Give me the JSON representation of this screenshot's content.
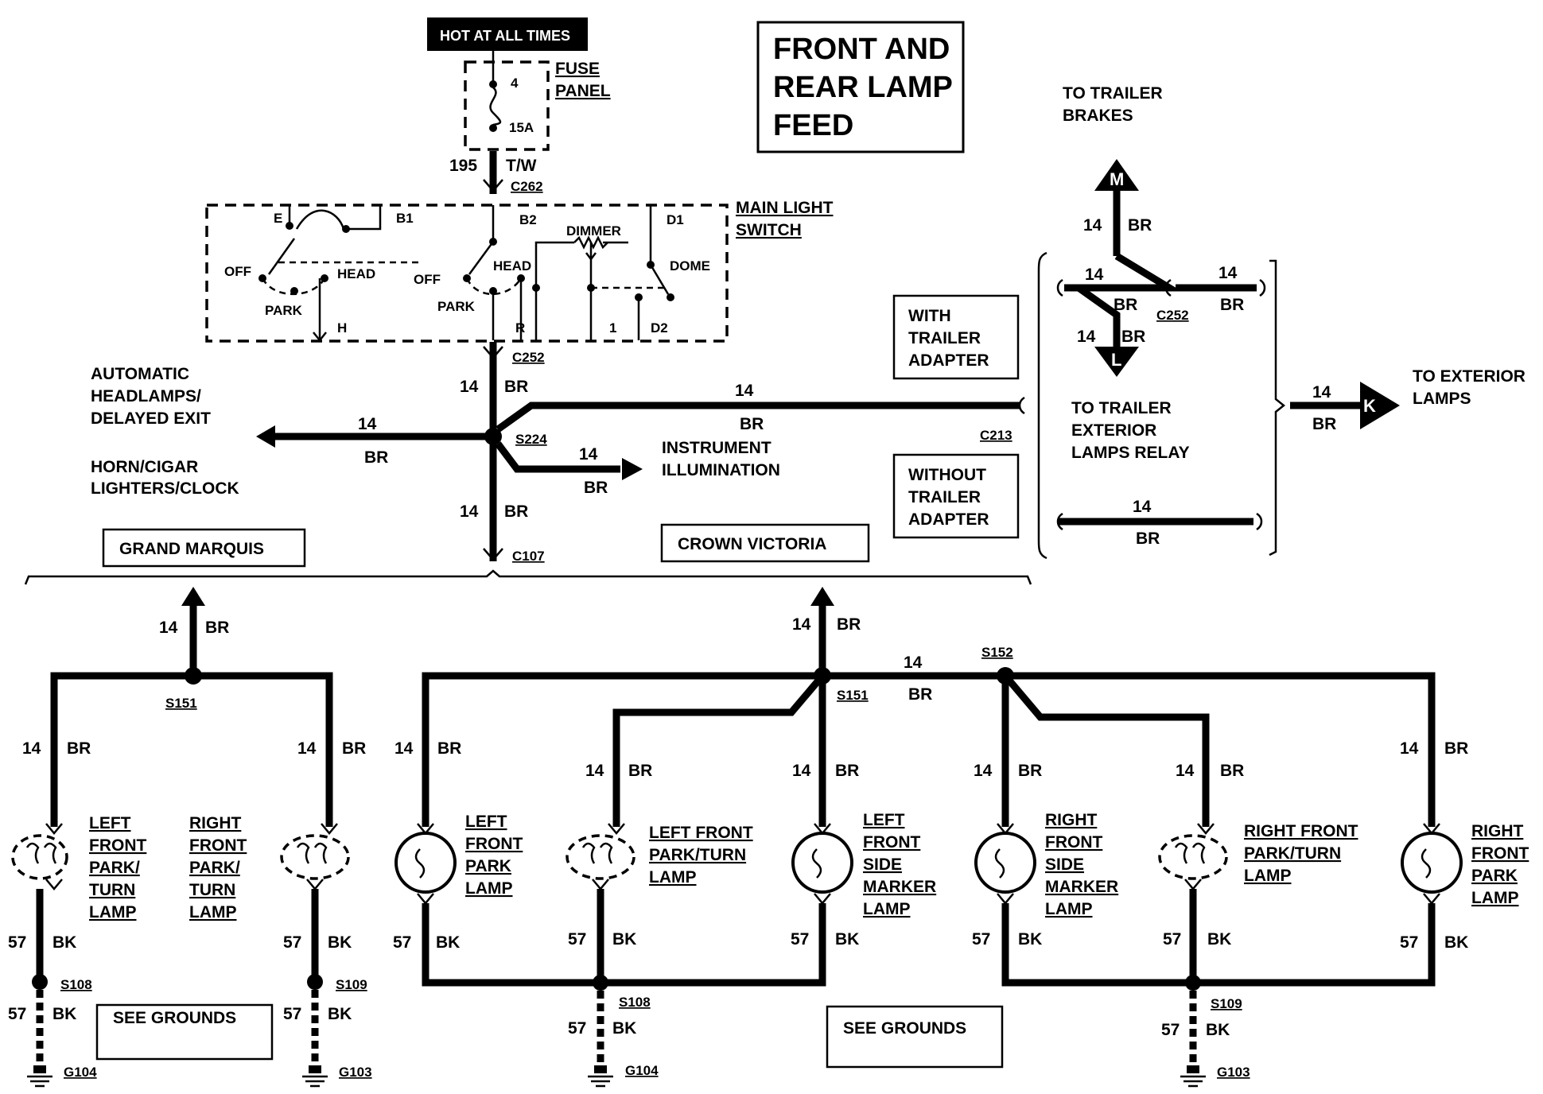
{
  "title_lines": [
    "FRONT AND",
    "REAR LAMP",
    "FEED"
  ],
  "hot_label": "HOT AT ALL TIMES",
  "fuse": {
    "number": "4",
    "rating": "15A",
    "panel_label_1": "FUSE",
    "panel_label_2": "PANEL"
  },
  "feed_circuit": "195",
  "feed_color": "T/W",
  "connectors": {
    "c262": "C262",
    "c252a": "C252",
    "c252b": "C252",
    "c107": "C107",
    "c213": "C213"
  },
  "main_switch": {
    "label_1": "MAIN LIGHT",
    "label_2": "SWITCH",
    "e": "E",
    "b1": "B1",
    "b2": "B2",
    "d1": "D1",
    "off1": "OFF",
    "head1": "HEAD",
    "park1": "PARK",
    "h": "H",
    "off2": "OFF",
    "head2": "HEAD",
    "park2": "PARK",
    "r": "R",
    "dimmer": "DIMMER",
    "dome": "DOME",
    "one": "1",
    "d2": "D2"
  },
  "wire": {
    "gauge": "14",
    "color": "BR",
    "ground_gauge": "57",
    "ground_color": "BK"
  },
  "splices": {
    "s224": "S224",
    "s151a": "S151",
    "s151b": "S151",
    "s152": "S152",
    "s108a": "S108",
    "s109a": "S109",
    "s108b": "S108",
    "s109b": "S109"
  },
  "left_branch": {
    "line1": "AUTOMATIC",
    "line2": "HEADLAMPS/",
    "line3": "DELAYED EXIT",
    "line4": "HORN/CIGAR",
    "line5": "LIGHTERS/CLOCK"
  },
  "instrument": {
    "line1": "INSTRUMENT",
    "line2": "ILLUMINATION"
  },
  "trailer": {
    "with_1": "WITH",
    "with_2": "TRAILER",
    "with_3": "ADAPTER",
    "without_1": "WITHOUT",
    "without_2": "TRAILER",
    "without_3": "ADAPTER",
    "brakes_1": "TO TRAILER",
    "brakes_2": "BRAKES",
    "relay_1": "TO TRAILER",
    "relay_2": "EXTERIOR",
    "relay_3": "LAMPS RELAY",
    "ext_1": "TO EXTERIOR",
    "ext_2": "LAMPS",
    "m": "M",
    "l": "L",
    "k": "K"
  },
  "models": {
    "gm": "GRAND MARQUIS",
    "cv": "CROWN VICTORIA"
  },
  "lamps": {
    "gm_left": [
      "LEFT",
      "FRONT",
      "PARK/",
      "TURN",
      "LAMP"
    ],
    "gm_right": [
      "RIGHT",
      "FRONT",
      "PARK/",
      "TURN",
      "LAMP"
    ],
    "cv_left_park": [
      "LEFT",
      "FRONT",
      "PARK",
      "LAMP"
    ],
    "cv_left_pt": [
      "LEFT FRONT",
      "PARK/TURN",
      "LAMP"
    ],
    "cv_left_side": [
      "LEFT",
      "FRONT",
      "SIDE",
      "MARKER",
      "LAMP"
    ],
    "cv_right_side": [
      "RIGHT",
      "FRONT",
      "SIDE",
      "MARKER",
      "LAMP"
    ],
    "cv_right_pt": [
      "RIGHT FRONT",
      "PARK/TURN",
      "LAMP"
    ],
    "cv_right_park": [
      "RIGHT",
      "FRONT",
      "PARK",
      "LAMP"
    ]
  },
  "see_grounds": "SEE GROUNDS",
  "grounds": {
    "g104a": "G104",
    "g103a": "G103",
    "g104b": "G104",
    "g103b": "G103"
  }
}
